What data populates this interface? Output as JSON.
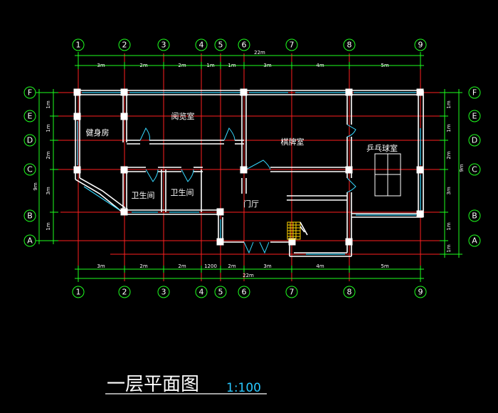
{
  "drawing": {
    "title": "一层平面图",
    "scale": "1:100"
  },
  "axes": {
    "vertical": [
      "1",
      "2",
      "3",
      "4",
      "5",
      "6",
      "7",
      "8",
      "9"
    ],
    "horizontal": [
      "F",
      "E",
      "D",
      "C",
      "B",
      "A"
    ]
  },
  "dimensions": {
    "top_segments": [
      "3m",
      "2m",
      "2m",
      "1m",
      "1m",
      "3m",
      "4m",
      "5m"
    ],
    "top_total": "22m",
    "bottom_segments": [
      "3m",
      "2m",
      "2m",
      "1200",
      "2m",
      "3m",
      "4m",
      "5m"
    ],
    "bottom_total": "22m",
    "left_segments": [
      "1m",
      "1m",
      "2m",
      "3m",
      "1m"
    ],
    "left_total": "9m",
    "right_segments": [
      "1m",
      "1m",
      "2m",
      "3m",
      "1m",
      "1m"
    ],
    "right_total": "9m"
  },
  "rooms": {
    "gym": "健身房",
    "reading": "阅览室",
    "chess": "棋牌室",
    "pingpong": "乒乓球室",
    "toilet_a": "卫生间",
    "toilet_b": "卫生间",
    "lobby": "门厅"
  },
  "colors": {
    "background": "#000000",
    "axis_grid": "#ff2020",
    "dimension": "#1eff1e",
    "wall": "#ffffff",
    "window": "#36d8ff",
    "stair": "#ffd400"
  }
}
